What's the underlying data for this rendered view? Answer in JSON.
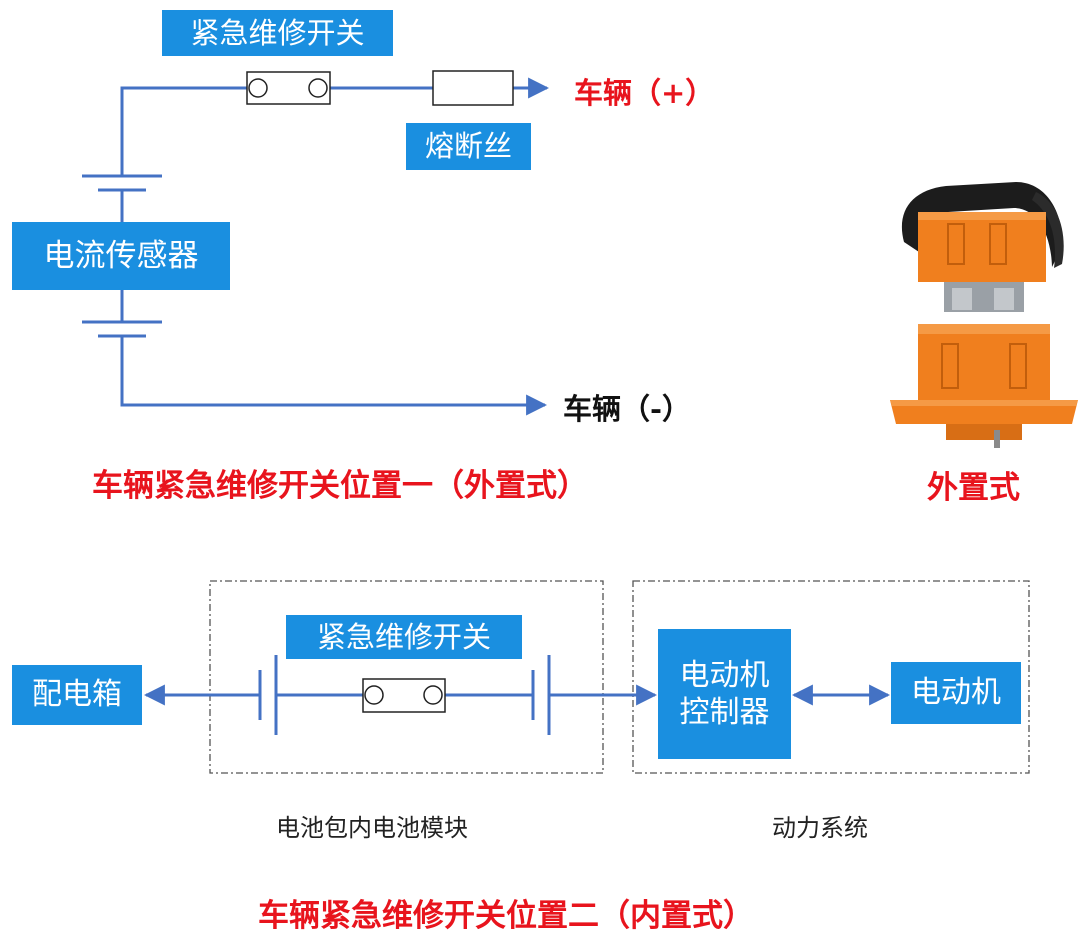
{
  "top": {
    "switch_label": "紧急维修开关",
    "fuse_label": "熔断丝",
    "sensor_label": "电流传感器",
    "vehicle_pos": "车辆（+）",
    "vehicle_neg": "车辆（-）",
    "caption": "车辆紧急维修开关位置一（外置式）",
    "photo_caption": "外置式"
  },
  "bottom": {
    "switch_label": "紧急维修开关",
    "distribution_box": "配电箱",
    "controller": [
      "电动机",
      "控制器"
    ],
    "motor": "电动机",
    "battery_group_label": "电池包内电池模块",
    "power_group_label": "动力系统",
    "caption": "车辆紧急维修开关位置二（内置式）"
  },
  "colors": {
    "wire": "#4472c4",
    "box": "#1a8fe0",
    "caption": "#e8141d",
    "connector": "#f07f1e",
    "handle": "#1c1c1c"
  }
}
